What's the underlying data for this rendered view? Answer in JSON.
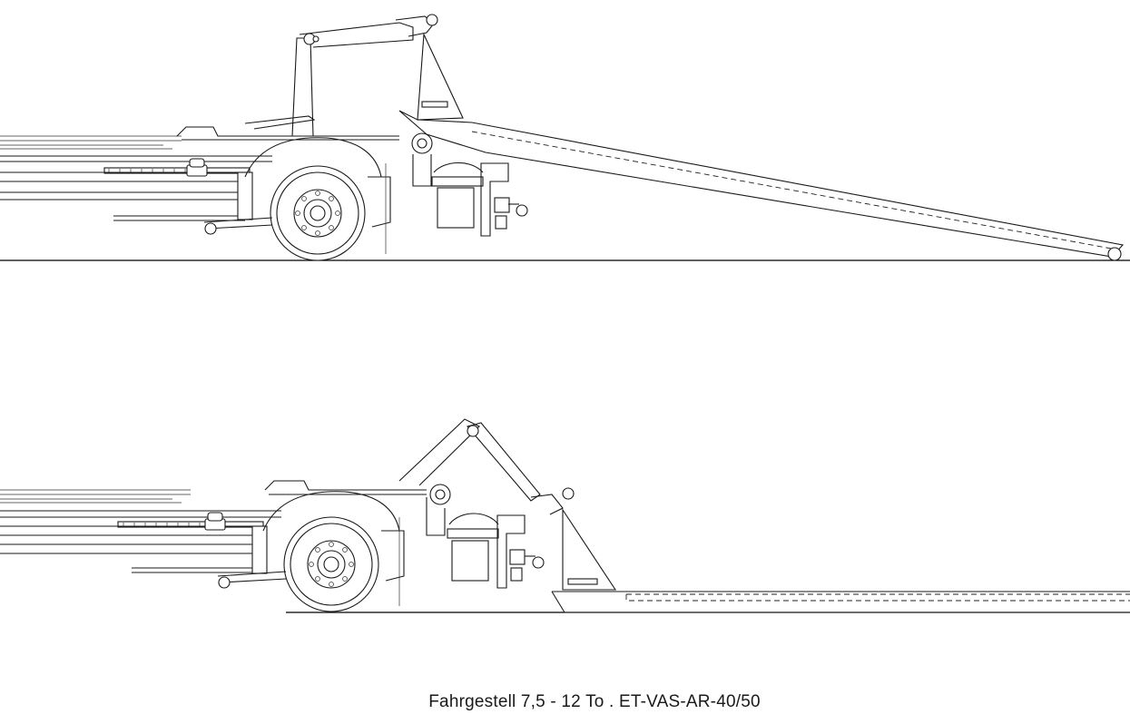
{
  "caption": "Fahrgestell  7,5 - 12 To . ET-VAS-AR-40/50",
  "views": [
    {
      "state": "tipped"
    },
    {
      "state": "set-down"
    }
  ],
  "colors": {
    "line": "#1a1a1a",
    "background": "#ffffff"
  }
}
